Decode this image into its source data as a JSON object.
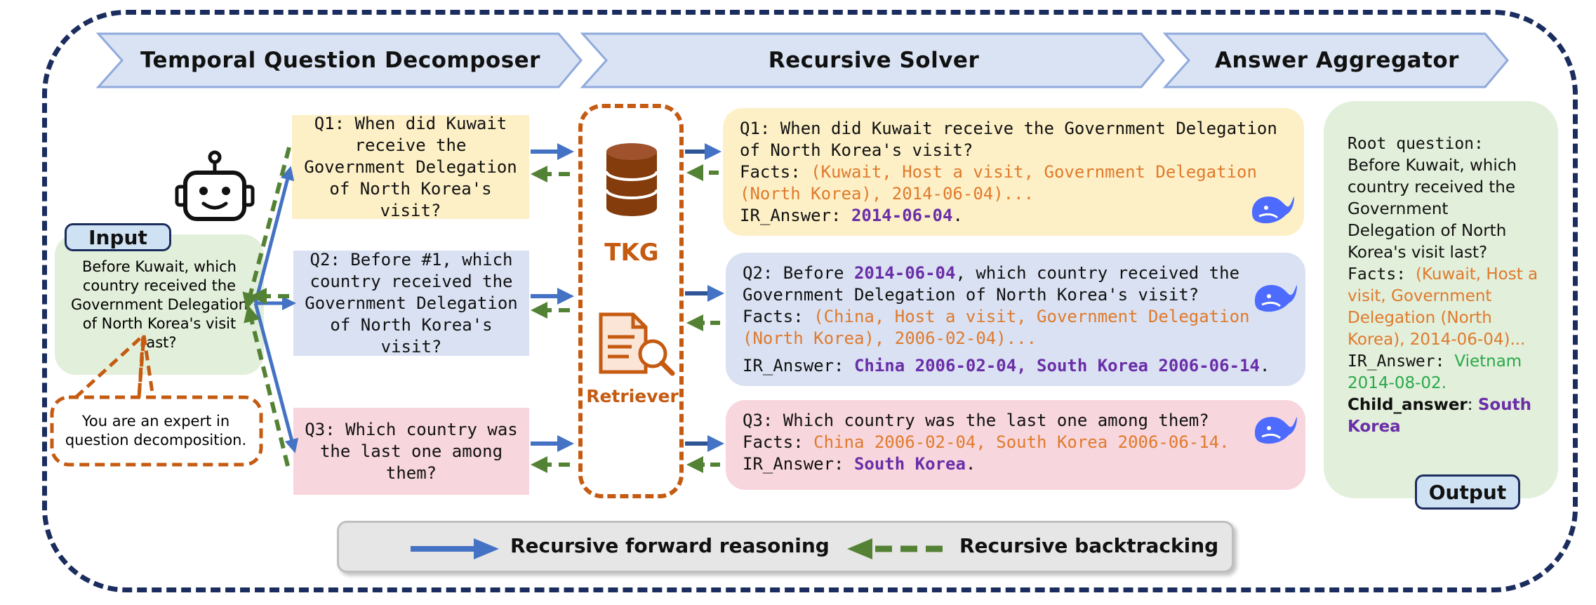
{
  "stages": {
    "decomposer": "Temporal Question Decomposer",
    "solver": "Recursive Solver",
    "aggregator": "Answer Aggregator"
  },
  "input": {
    "label": "Input",
    "text": "Before Kuwait, which country received the Government Delegation of North Korea's visit last?",
    "prompt": "You are an expert in question decomposition."
  },
  "questions": {
    "q1": "Q1: When did Kuwait receive the Government Delegation of North Korea's visit?",
    "q2": "Q2: Before #1, which country received the Government Delegation of North Korea's visit?",
    "q3": "Q3: Which country was the last one among them?"
  },
  "retriever": {
    "tkg_label": "TKG",
    "retriever_label": "Retriever"
  },
  "solver": {
    "s1": {
      "question": "Q1: When did Kuwait receive the Government Delegation of North Korea's visit?",
      "facts_label": "Facts:",
      "facts": "(Kuwait, Host a visit, Government Delegation (North Korea), 2014-06-04)...",
      "answer_label": "IR_Answer:",
      "answer": "2014-06-04",
      "answer_suffix": "."
    },
    "s2": {
      "question_prefix": "Q2: Before ",
      "question_date": "2014-06-04",
      "question_suffix": ", which country received the Government Delegation of North Korea's visit?",
      "facts_label": "Facts:",
      "facts": "(China, Host a visit, Government Delegation (North Korea), 2006-02-04)...",
      "answer_label": "IR_Answer:",
      "answer": "China 2006-02-04, South Korea 2006-06-14",
      "answer_suffix": "."
    },
    "s3": {
      "question": "Q3: Which country was the last one among them?",
      "facts_label": "Facts:",
      "facts": "China 2006-02-04, South Korea 2006-06-14.",
      "answer_label": "IR_Answer:",
      "answer": "South Korea",
      "answer_suffix": "."
    }
  },
  "output": {
    "root_label": "Root question:",
    "root_text": "Before Kuwait, which country received the Government Delegation of North Korea's visit last?",
    "facts_label": "Facts:",
    "facts": "(Kuwait, Host a visit, Government Delegation (North Korea), 2014-06-04)...",
    "answer_label": "IR_Answer:",
    "answer": "Vietnam 2014-08-02.",
    "child_label": "Child_answer",
    "child_sep": ": ",
    "child_answer": "South Korea",
    "label": "Output"
  },
  "legend": {
    "forward": "Recursive forward reasoning",
    "backtrack": "Recursive backtracking"
  },
  "colors": {
    "forward_arrow": "#4472c4",
    "backtrack_arrow": "#548235",
    "retriever": "#c55a11",
    "frame": "#1b2d5e",
    "q1_bg": "#fdf0c6",
    "q2_bg": "#d9e1f2",
    "q3_bg": "#f7d6dd",
    "input_bg": "#e2efda"
  },
  "icons": [
    "robot-icon",
    "database-icon",
    "document-search-icon",
    "whale-icon"
  ]
}
